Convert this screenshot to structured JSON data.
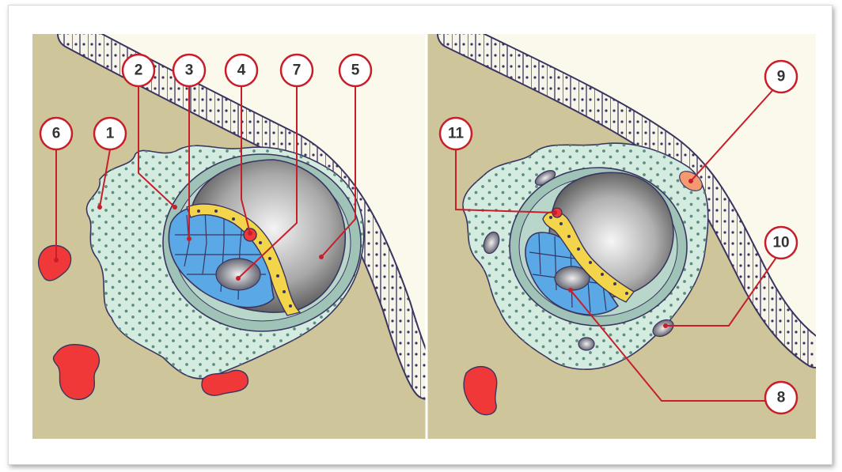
{
  "colors": {
    "background_tissue": "#cfc59a",
    "sac_interior": "#fbf8ec",
    "epithelium_fill": "#f7f4ea",
    "outline": "#3a3560",
    "connective_tissue": "#d4ebe0",
    "granulosa": "#9fc3b6",
    "blue_cells": "#5aa8e6",
    "yellow_cells": "#f2d54a",
    "blood_vessel": "#f03838",
    "callout_line": "#c81e2a",
    "callout_ring": "#c81e2a",
    "callout_fill": "#ffffff",
    "orange_spot": "#f59a70"
  },
  "callouts": [
    {
      "id": "c1",
      "label": "1"
    },
    {
      "id": "c2",
      "label": "2"
    },
    {
      "id": "c3",
      "label": "3"
    },
    {
      "id": "c4",
      "label": "4"
    },
    {
      "id": "c7",
      "label": "7"
    },
    {
      "id": "c5",
      "label": "5"
    },
    {
      "id": "c6",
      "label": "6"
    },
    {
      "id": "c9",
      "label": "9"
    },
    {
      "id": "c11",
      "label": "11"
    },
    {
      "id": "c10",
      "label": "10"
    },
    {
      "id": "c8",
      "label": "8"
    }
  ]
}
